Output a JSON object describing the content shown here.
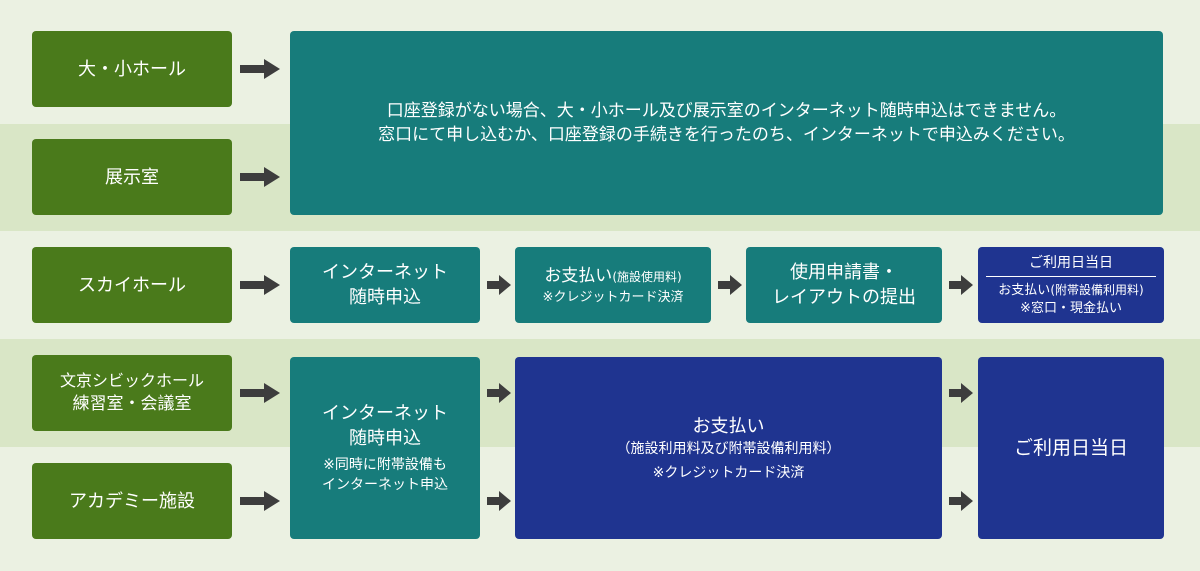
{
  "colors": {
    "green": "#4a7a1b",
    "teal": "#177c7b",
    "navy": "#1f3490",
    "arrow": "#3d3d3d",
    "band_light": "#ebf1e2",
    "band_dark": "#d9e6c6"
  },
  "facilities": {
    "large_small_hall": "大・小ホール",
    "exhibition_room": "展示室",
    "sky_hall": "スカイホール",
    "civic_hall_line1": "文京シビックホール",
    "civic_hall_line2": "練習室・会議室",
    "academy": "アカデミー施設"
  },
  "notice": {
    "line1": "口座登録がない場合、大・小ホール及び展示室のインターネット随時申込はできません。",
    "line2": "窓口にて申し込むか、口座登録の手続きを行ったのち、インターネットで申込みください。"
  },
  "sky_flow": {
    "apply_line1": "インターネット",
    "apply_line2": "随時申込",
    "pay_main": "お支払い",
    "pay_sub": "(施設使用料)",
    "pay_note": "※クレジットカード決済",
    "submit_line1": "使用申請書・",
    "submit_line2": "レイアウトの提出",
    "day_title": "ご利用日当日",
    "day_pay_main": "お支払い",
    "day_pay_sub": "(附帯設備利用料)",
    "day_pay_note": "※窓口・現金払い"
  },
  "civic_flow": {
    "apply_line1": "インターネット",
    "apply_line2": "随時申込",
    "apply_note1": "※同時に附帯設備も",
    "apply_note2": "インターネット申込",
    "pay_title": "お支払い",
    "pay_sub": "（施設利用料及び附帯設備利用料）",
    "pay_note": "※クレジットカード決済",
    "day": "ご利用日当日"
  }
}
